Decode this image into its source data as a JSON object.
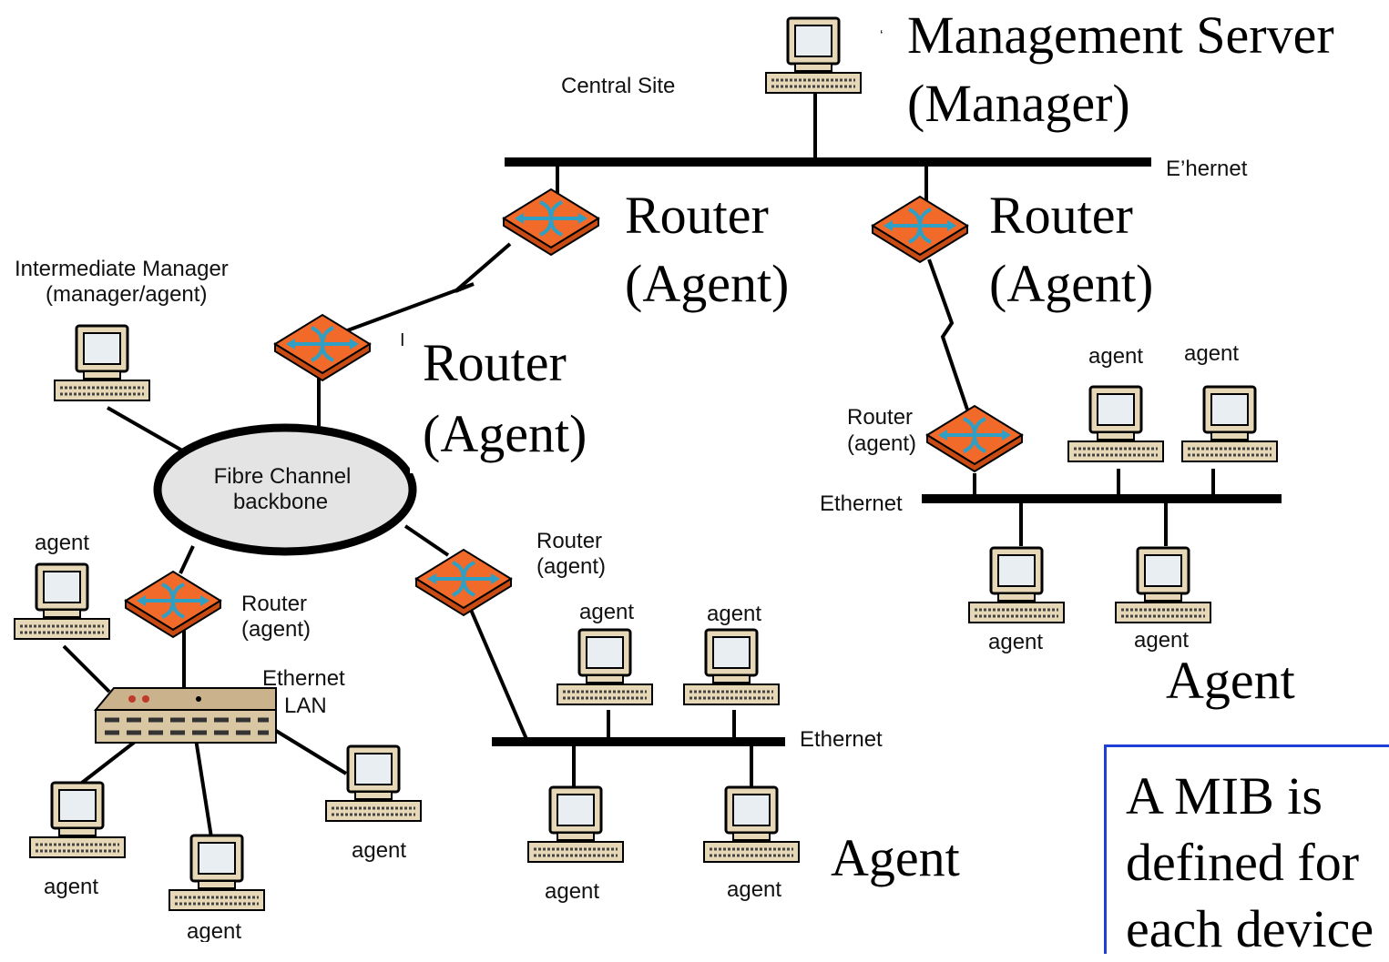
{
  "diagram": {
    "central_site": "Central Site",
    "management_server": {
      "line1": "Management Server",
      "line2": "(Manager)",
      "partial_glyph": "‘"
    },
    "top_ethernet": "E’hernet",
    "router_top_left": {
      "line1": "Router",
      "line2": "(Agent)"
    },
    "router_top_right": {
      "line1": "Router",
      "line2": "(Agent)"
    },
    "router_mid": {
      "line1": "Router",
      "line2": "(Agent)",
      "partial": "I"
    },
    "intermediate_manager": {
      "line1": "Intermediate Manager",
      "line2": "(manager/agent)"
    },
    "backbone": {
      "line1": "Fibre Channel",
      "line2": "backbone"
    },
    "router_small_right": {
      "line1": "Router",
      "line2": "(agent)"
    },
    "router_small_mid": {
      "line1": "Router",
      "line2": "(agent)"
    },
    "router_small_left": {
      "line1": "Router",
      "line2": "(agent)"
    },
    "ethernet_right": "Ethernet",
    "ethernet_mid": "Ethernet",
    "ethernet_lan": {
      "line1": "Ethernet",
      "line2": "LAN"
    },
    "agent_small": "agent",
    "agent_big_right": "Agent",
    "agent_big_mid": "Agent",
    "note": {
      "line1": "A MIB is",
      "line2": "defined for",
      "line3": "each device"
    }
  },
  "colors": {
    "router_orange": "#f26a2a",
    "router_arrow": "#2f9fc4",
    "monitor_beige": "#e6d7b6",
    "backbone_fill": "#e4e4e4",
    "note_border": "#1f3fd6"
  },
  "icons": [
    "computer-icon",
    "router-icon",
    "hub-icon"
  ]
}
